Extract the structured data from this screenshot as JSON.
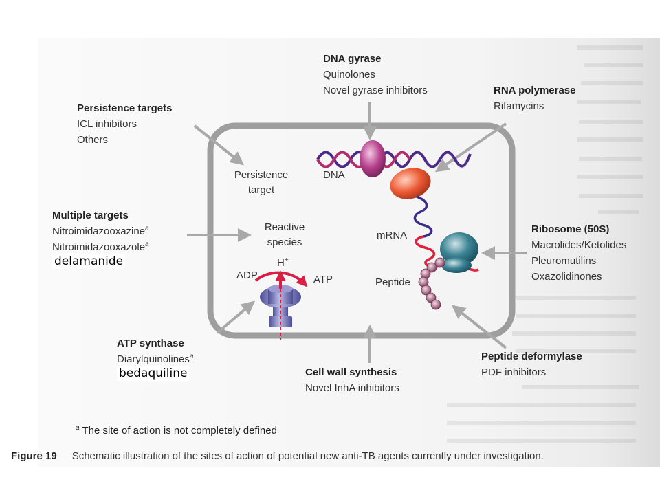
{
  "diagram": {
    "labels": {
      "dna_gyrase": {
        "heading": "DNA gyrase",
        "lines": [
          "Quinolones",
          "Novel gyrase inhibitors"
        ]
      },
      "rna_polymerase": {
        "heading": "RNA polymerase",
        "lines": [
          "Rifamycins"
        ]
      },
      "persistence": {
        "heading": "Persistence targets",
        "lines": [
          "ICL inhibitors",
          "Others"
        ]
      },
      "multiple": {
        "heading": "Multiple targets",
        "lines": [
          "Nitroimidazooxazine",
          "Nitroimidazooxazole"
        ],
        "sup": "a"
      },
      "ribosome": {
        "heading": "Ribosome (50S)",
        "lines": [
          "Macrolides/Ketolides",
          "Pleuromutilins",
          "Oxazolidinones"
        ]
      },
      "atp_synthase": {
        "heading": "ATP synthase",
        "lines": [
          "Diarylquinolines"
        ],
        "sup": "a"
      },
      "cell_wall": {
        "heading": "Cell wall synthesis",
        "lines": [
          "Novel InhA inhibitors"
        ]
      },
      "peptide_deformylase": {
        "heading": "Peptide deformylase",
        "lines": [
          "PDF inhibitors"
        ]
      }
    },
    "inner": {
      "persistence_target": [
        "Persistence",
        "target"
      ],
      "reactive_species": [
        "Reactive",
        "species"
      ],
      "dna": "DNA",
      "mrna": "mRNA",
      "peptide": "Peptide",
      "adp": "ADP",
      "h_plus": "H",
      "h_plus_sup": "+",
      "atp": "ATP"
    },
    "annotations": {
      "delamanide": "delamanide",
      "bedaquiline": "bedaquiline"
    },
    "footnote": {
      "sup": "a",
      "text": "The site of action is not completely defined"
    },
    "caption": {
      "figure": "Figure 19",
      "text": "Schematic illustration of the sites of action of potential new anti-TB agents currently under investigation."
    },
    "colors": {
      "arrow": "#a9a9a9",
      "cell_outline": "#9e9e9e",
      "dna_strand_a": "#4b2a8c",
      "dna_strand_b": "#b42b6b",
      "gyrase": "#a3307a",
      "rna_polymerase": "#e8522e",
      "mrna_red": "#e0203d",
      "mrna_purple": "#3c2c8c",
      "ribosome": "#1f6a78",
      "peptide_beads": "#a36a83",
      "atp_synthase": "#6f6fb0",
      "proton_arrow": "#d91f45"
    }
  }
}
